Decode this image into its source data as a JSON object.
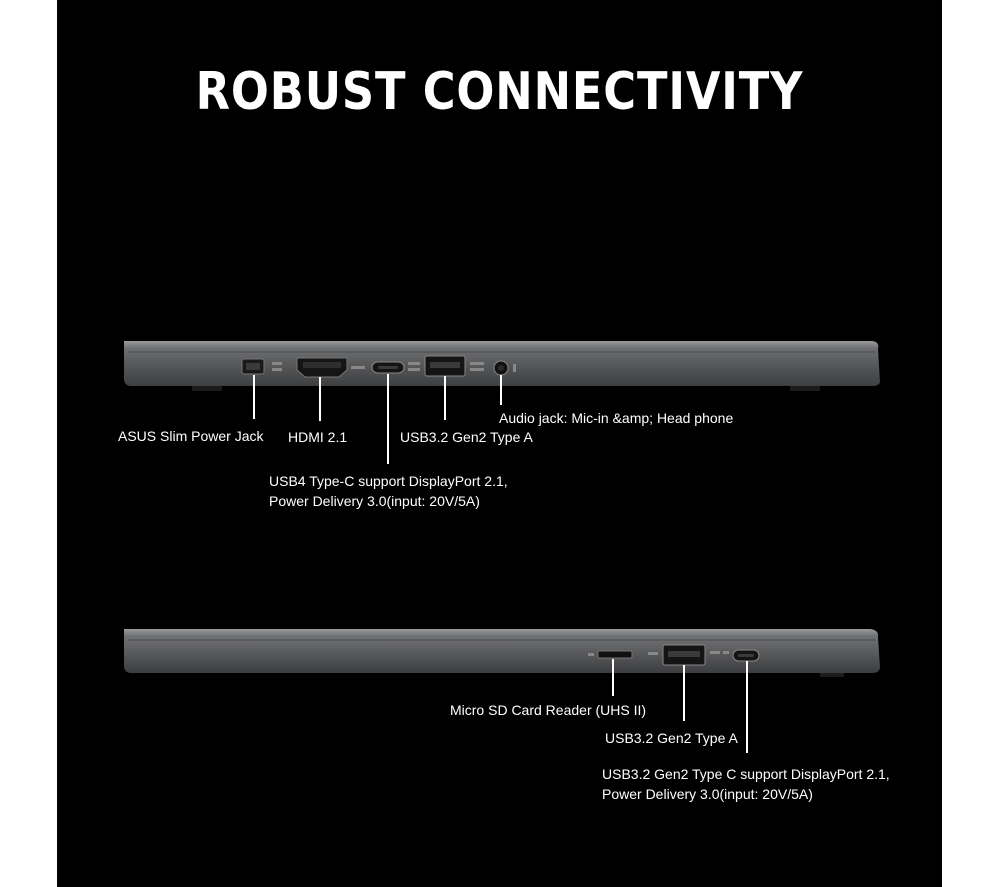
{
  "title": "ROBUST CONNECTIVITY",
  "left_side": {
    "ports": [
      {
        "id": "power",
        "label": "ASUS Slim Power Jack"
      },
      {
        "id": "hdmi",
        "label": "HDMI 2.1"
      },
      {
        "id": "usb4",
        "label_line1": "USB4 Type-C support DisplayPort 2.1,",
        "label_line2": "Power Delivery 3.0(input: 20V/5A)"
      },
      {
        "id": "usba",
        "label": "USB3.2 Gen2 Type A"
      },
      {
        "id": "audio",
        "label": "Audio jack: Mic-in &amp; Head phone"
      }
    ]
  },
  "right_side": {
    "ports": [
      {
        "id": "sd",
        "label": "Micro SD Card Reader (UHS II)"
      },
      {
        "id": "usba",
        "label": "USB3.2 Gen2 Type A"
      },
      {
        "id": "usbc",
        "label_line1": "USB3.2 Gen2 Type C support DisplayPort 2.1,",
        "label_line2": "Power Delivery 3.0(input: 20V/5A)"
      }
    ]
  },
  "colors": {
    "background": "#000000",
    "laptop_body": "#5a5b5d",
    "text": "#ffffff"
  }
}
